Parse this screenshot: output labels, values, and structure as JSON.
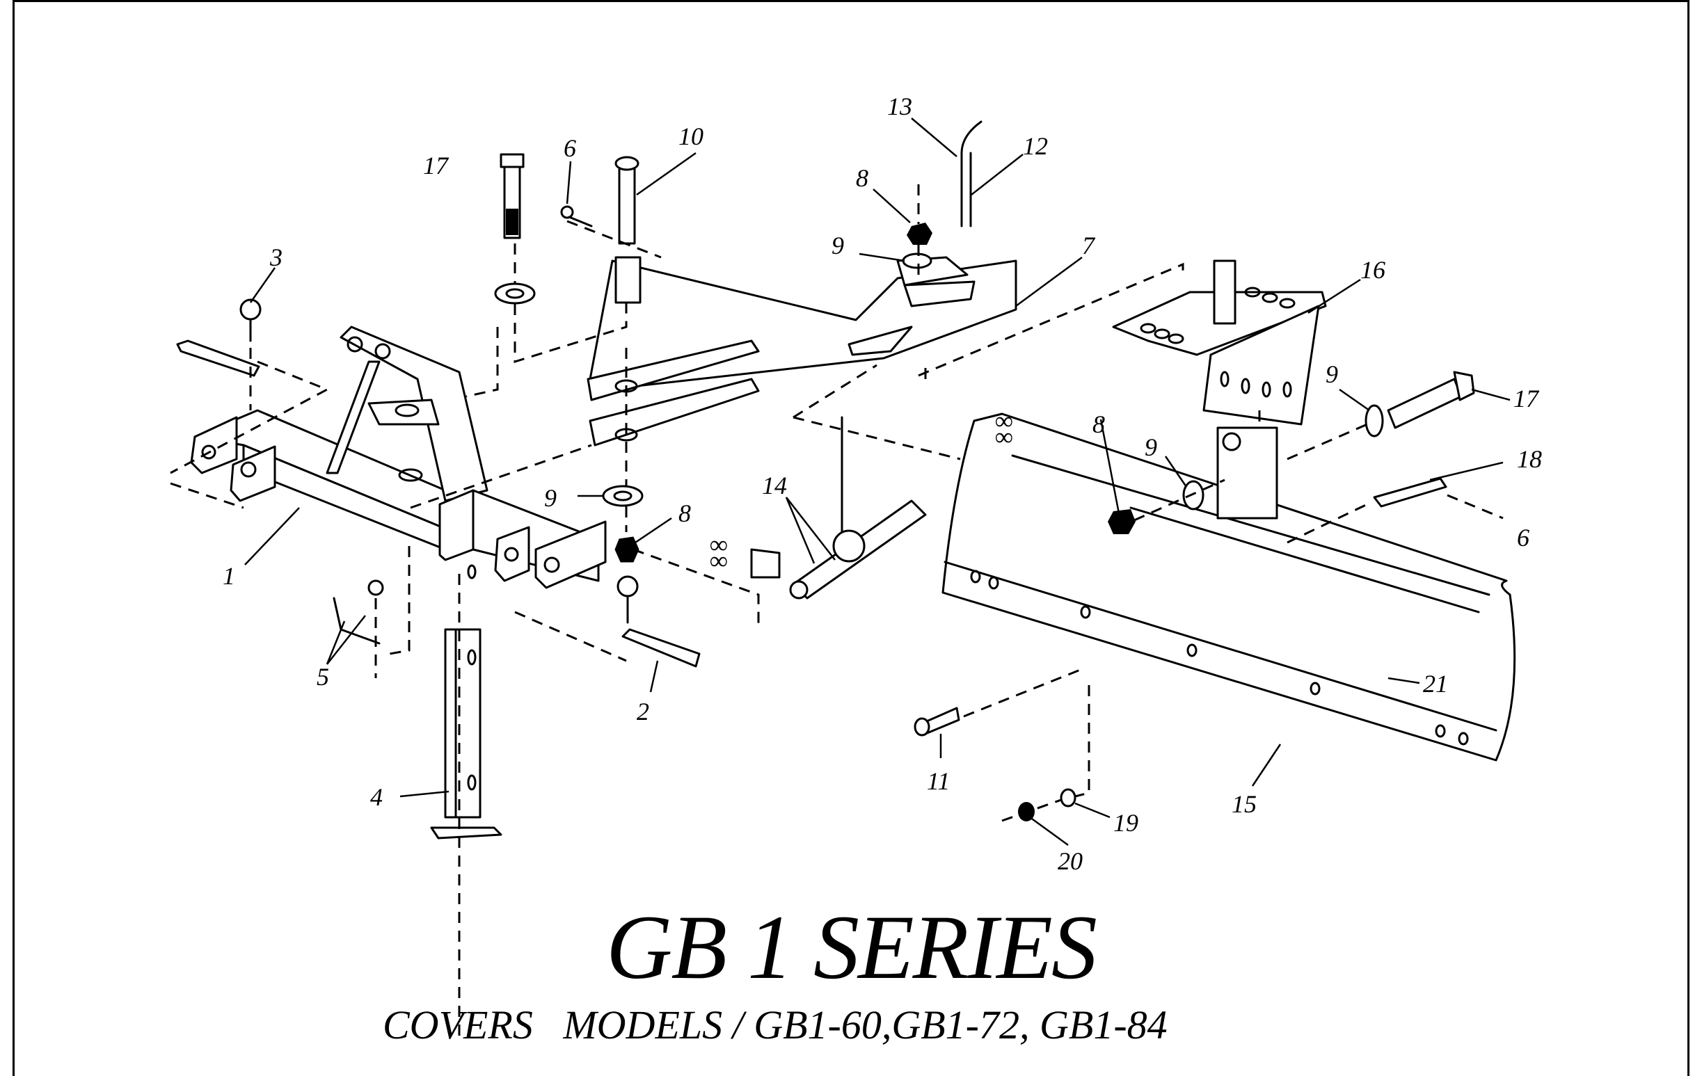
{
  "document": {
    "title": "GB 1  SERIES",
    "subtitle": "COVERS   MODELS / GB1-60,GB1-72, GB1-84"
  },
  "diagram": {
    "type": "exploded-parts-diagram",
    "callouts": [
      {
        "id": "c1",
        "number": "1"
      },
      {
        "id": "c2",
        "number": "2"
      },
      {
        "id": "c3",
        "number": "3"
      },
      {
        "id": "c4",
        "number": "4"
      },
      {
        "id": "c5",
        "number": "5"
      },
      {
        "id": "c6a",
        "number": "6"
      },
      {
        "id": "c6b",
        "number": "6"
      },
      {
        "id": "c7",
        "number": "7"
      },
      {
        "id": "c8a",
        "number": "8"
      },
      {
        "id": "c8b",
        "number": "8"
      },
      {
        "id": "c8c",
        "number": "8"
      },
      {
        "id": "c9a",
        "number": "9"
      },
      {
        "id": "c9b",
        "number": "9"
      },
      {
        "id": "c9c",
        "number": "9"
      },
      {
        "id": "c9d",
        "number": "9"
      },
      {
        "id": "c10",
        "number": "10"
      },
      {
        "id": "c11",
        "number": "11"
      },
      {
        "id": "c12",
        "number": "12"
      },
      {
        "id": "c13",
        "number": "13"
      },
      {
        "id": "c14",
        "number": "14"
      },
      {
        "id": "c15",
        "number": "15"
      },
      {
        "id": "c16",
        "number": "16"
      },
      {
        "id": "c17a",
        "number": "17"
      },
      {
        "id": "c17b",
        "number": "17"
      },
      {
        "id": "c18",
        "number": "18"
      },
      {
        "id": "c19",
        "number": "19"
      },
      {
        "id": "c20",
        "number": "20"
      },
      {
        "id": "c21",
        "number": "21"
      }
    ]
  }
}
